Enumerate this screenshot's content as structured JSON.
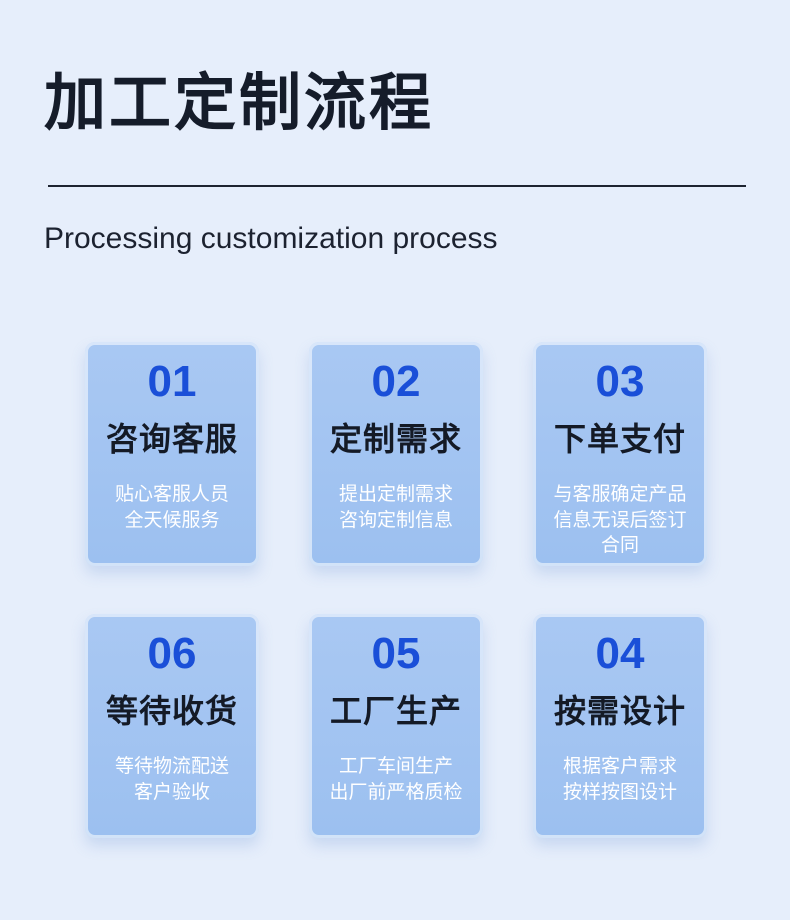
{
  "header": {
    "title": "加工定制流程",
    "subtitle": "Processing customization process"
  },
  "steps": [
    {
      "num": "01",
      "name": "咨询客服",
      "desc": [
        "贴心客服人员",
        "全天候服务"
      ]
    },
    {
      "num": "02",
      "name": "定制需求",
      "desc": [
        "提出定制需求",
        "咨询定制信息"
      ]
    },
    {
      "num": "03",
      "name": "下单支付",
      "desc": [
        "与客服确定产品",
        "信息无误后签订",
        "合同"
      ]
    },
    {
      "num": "04",
      "name": "按需设计",
      "desc": [
        "根据客户需求",
        "按样按图设计"
      ]
    },
    {
      "num": "05",
      "name": "工厂生产",
      "desc": [
        "工厂车间生产",
        "出厂前严格质检"
      ]
    },
    {
      "num": "06",
      "name": "等待收货",
      "desc": [
        "等待物流配送",
        "客户验收"
      ]
    }
  ],
  "colors": {
    "background": "#e6eefb",
    "card": "#a9c8f3",
    "number": "#1a4fd8",
    "heading": "#141a26",
    "desc": "#ffffff"
  }
}
